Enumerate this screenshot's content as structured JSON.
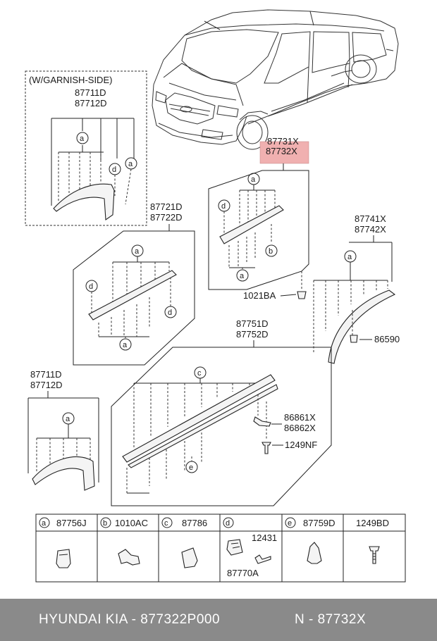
{
  "garnish_box": {
    "title": "(W/GARNISH-SIDE)",
    "part_a": "87711D",
    "part_b": "87712D"
  },
  "groups": {
    "front_wheel_lower": {
      "part_a": "87711D",
      "part_b": "87712D"
    },
    "front_door": {
      "part_a": "87721D",
      "part_b": "87722D"
    },
    "rear_door": {
      "part_a": "87731X",
      "part_b": "87732X",
      "highlight_color": "#f0b0b0"
    },
    "rear_wheel": {
      "part_a": "87741X",
      "part_b": "87742X"
    },
    "side_sill": {
      "part_a": "87751D",
      "part_b": "87752D"
    }
  },
  "callouts": {
    "rear_door_fastener": "1021BA",
    "rear_wheel_fastener": "86590",
    "sill_bracket_a": "86861X",
    "sill_bracket_b": "86862X",
    "sill_bolt": "1249NF"
  },
  "circle_letters": {
    "a": "a",
    "b": "b",
    "c": "c",
    "d": "d",
    "e": "e"
  },
  "legend": [
    {
      "letter": "a",
      "part": "87756J"
    },
    {
      "letter": "b",
      "part": "1010AC"
    },
    {
      "letter": "c",
      "part": "87786"
    },
    {
      "letter": "d",
      "part": "",
      "extra_top": "12431",
      "extra_bottom": "87770A"
    },
    {
      "letter": "e",
      "part": "87759D"
    },
    {
      "letter": "",
      "part": "1249BD"
    }
  ],
  "footer": {
    "left": "HYUNDAI  KIA - 877322P000",
    "right": "N - 87732X"
  }
}
